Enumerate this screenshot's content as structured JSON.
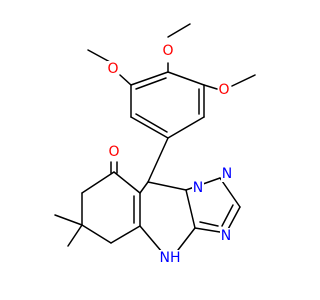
{
  "colors": {
    "carbon": "#000000",
    "oxygen": "#ff0000",
    "nitrogen": "#0000ff",
    "background": "#ffffff"
  },
  "atoms": [
    {
      "id": "O_top",
      "label": "O",
      "element": "oxygen"
    },
    {
      "id": "O_left",
      "label": "O",
      "element": "oxygen"
    },
    {
      "id": "O_right",
      "label": "O",
      "element": "oxygen"
    },
    {
      "id": "O_keto",
      "label": "O",
      "element": "oxygen"
    },
    {
      "id": "N_1",
      "label": "N",
      "element": "nitrogen"
    },
    {
      "id": "N_2",
      "label": "N",
      "element": "nitrogen"
    },
    {
      "id": "N_3",
      "label": "N",
      "element": "nitrogen"
    },
    {
      "id": "NH",
      "label": "NH",
      "element": "nitrogen"
    }
  ]
}
